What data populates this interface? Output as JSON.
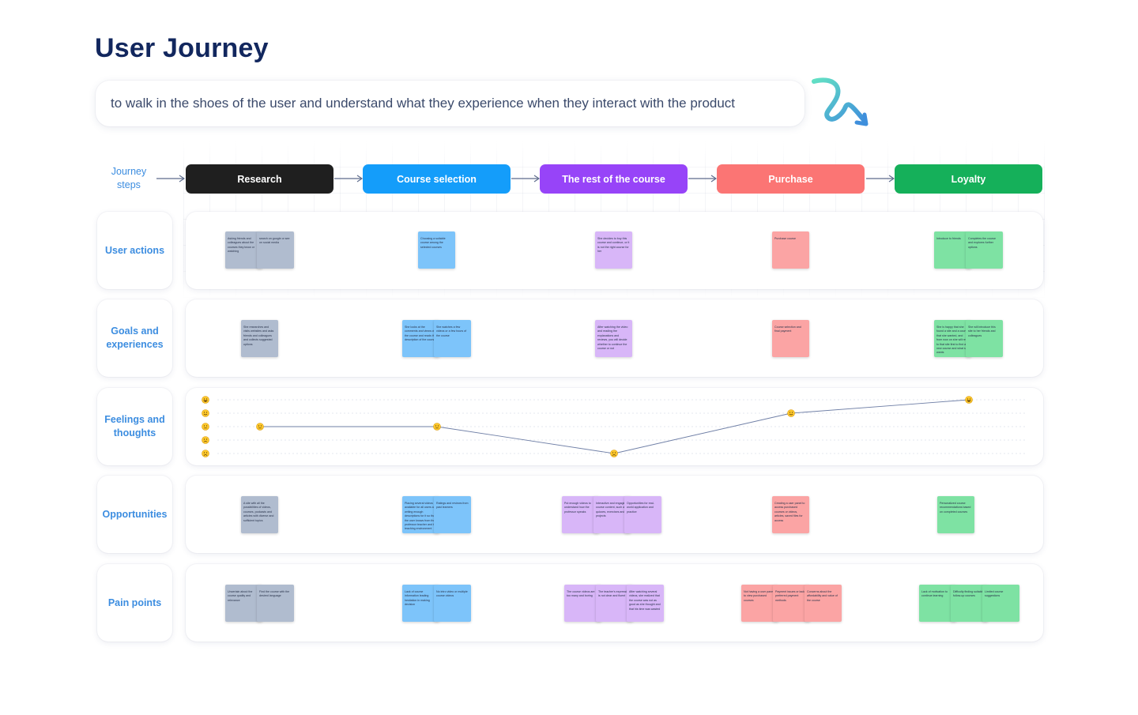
{
  "title": "User Journey",
  "subtitle": "to walk in the shoes of the user and understand what they experience when they interact with the product",
  "journey_label": [
    "Journey",
    "steps"
  ],
  "steps": [
    {
      "label": "Research",
      "color": "#1f1f1f"
    },
    {
      "label": "Course selection",
      "color": "#149dfa"
    },
    {
      "label": "The rest of the course",
      "color": "#9744f8"
    },
    {
      "label": "Purchase",
      "color": "#fb7574"
    },
    {
      "label": "Loyalty",
      "color": "#15b05a"
    }
  ],
  "rows": [
    {
      "label": [
        "User actions"
      ]
    },
    {
      "label": [
        "Goals and",
        "experiences"
      ]
    },
    {
      "label": [
        "Feelings and",
        "thoughts"
      ]
    },
    {
      "label": [
        "Opportunities"
      ]
    },
    {
      "label": [
        "Pain points"
      ]
    }
  ],
  "stickies": {
    "user_actions": [
      [
        "Asking friends and colleagues about the courses they know or watching",
        "search on google or see on social media"
      ],
      [
        "Choosing a suitable course among the selected courses"
      ],
      [
        "She decides to buy this course and continue, or it is not the right course for her"
      ],
      [
        "Purchase course"
      ],
      [
        "Introduce to friends",
        "Completes the course and explores further options"
      ]
    ],
    "goals": [
      [
        "She researches and visits websites and asks friends and colleagues and collects suggested options"
      ],
      [
        "She looks at the comments and views of the course and reads the description of the course",
        "She watches a few videos or a few hours of the course"
      ],
      [
        "After watching the video and reading the explanations and reviews, you will decide whether to continue the course or not"
      ],
      [
        "Course selection and final payment"
      ],
      [
        "She is happy that she found a site and a course that she wanted, and from now on she will refer to that site first to find a new course and what she wants",
        "She will introduce this site to her friends and colleagues"
      ]
    ],
    "opportunities": [
      [
        "A site with all the possibilities of videos, courses, podcasts and articles with diverse and sufficient topics"
      ],
      [
        "Placing several videos available for all users and writing enough descriptions for it so that the user knows from the professor teacher and the teaching environment",
        "Ratings and reviews from past learners"
      ],
      [
        "Put enough videos to understand how the professor speaks",
        "Interactive and engaging course content, such as quizzes, exercises and projects",
        "Opportunities for real-world application and practice"
      ],
      [
        "Creating a user panel to access purchased courses or videos, articles, saved files for access"
      ],
      [
        "Personalized course recommendations based on completed courses"
      ]
    ],
    "pain_points": [
      [
        "Uncertain about the course quality and relevance",
        "Find the course with the desired language"
      ],
      [
        "Lack of course information leading hesitation in making decision",
        "No intro video or multiple course videos"
      ],
      [
        "The course videos are too many and boring",
        "The teacher's expression is not clear and fluent",
        "After watching several videos, she realized that the course was not as good as she thought and that his time was wasted"
      ],
      [
        "Not having a user panel to view purchased courses",
        "Payment issues or lack of preferred payment methods",
        "Concerns about the affordability and value of the course"
      ],
      [
        "Lack of motivation to continue learning",
        "Difficulty finding suitable follow-up courses",
        "Limited course suggestions"
      ]
    ]
  },
  "emotion_scale": [
    "very-happy-face-icon",
    "happy-face-icon",
    "neutral-face-icon",
    "worried-face-icon",
    "sad-face-icon"
  ],
  "chart_data": {
    "type": "line",
    "categories": [
      "Research",
      "Course selection",
      "The rest of the course",
      "Purchase",
      "Loyalty"
    ],
    "values": [
      3,
      3,
      1,
      4,
      5
    ],
    "ylim": [
      1,
      5
    ],
    "grid": true
  },
  "colors": {
    "gray": "#b0bccf",
    "blue": "#7dc4fa",
    "purple": "#d8b6f8",
    "pink": "#fba4a4",
    "green": "#7ee2a3",
    "label": "#3c8de0",
    "title": "#12275e"
  }
}
